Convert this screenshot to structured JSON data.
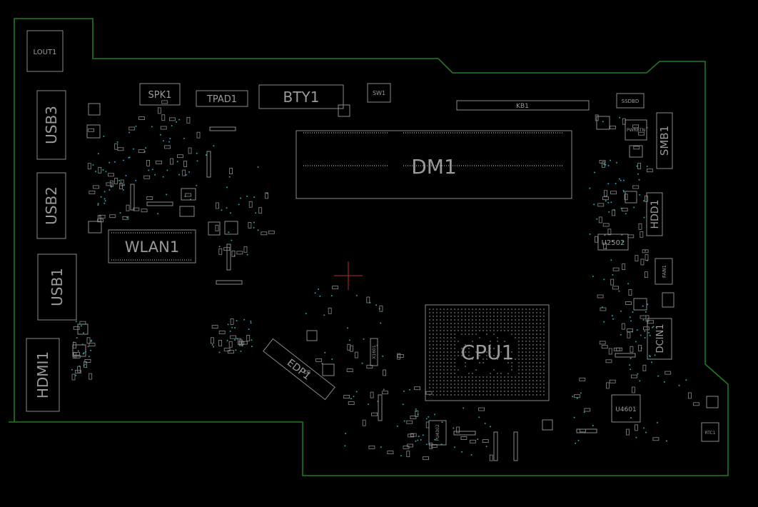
{
  "colors": {
    "background": "#000000",
    "outline": "#1f7a1f",
    "silk": "#8a8a8a",
    "text": "#9a9a9a",
    "via": "#2a9fb0",
    "cursor": "#b03030"
  },
  "labels": {
    "lout1": "LOUT1",
    "usb3": "USB3",
    "usb2": "USB2",
    "usb1": "USB1",
    "hdmi1": "HDMI1",
    "spk1": "SPK1",
    "tpad1": "TPAD1",
    "bty1": "BTY1",
    "sw1": "SW1",
    "kb1": "KB1",
    "ssdbd": "SSDBD",
    "pwrbtn": "PWRBTN",
    "smb1": "SMB1",
    "dm1": "DM1",
    "wlan1": "WLAN1",
    "hdd1": "HDD1",
    "u2502": "U2502",
    "fan1": "FAN1",
    "cpu1": "CPU1",
    "dcin1": "DCIN1",
    "edp1": "EDP1",
    "x1601": "X1601",
    "u4601": "U4601",
    "rtc1": "RTC1",
    "pu4302": "PU4302"
  }
}
